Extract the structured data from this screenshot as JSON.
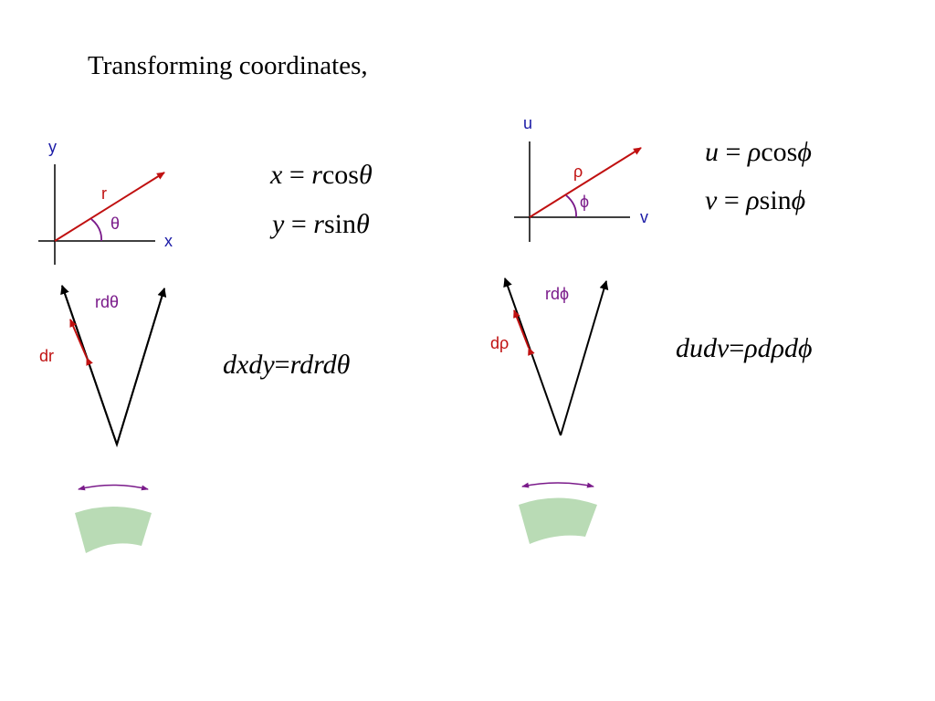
{
  "title": "Transforming coordinates,",
  "left": {
    "axis_y": "y",
    "axis_x": "x",
    "radius": "r",
    "angle": "θ",
    "arc_label": "rdθ",
    "radial_label": "dr",
    "eq1": {
      "lhs": "x",
      "eq": "=",
      "a": "r",
      "fn": "cos",
      "b": "θ"
    },
    "eq2": {
      "lhs": "y",
      "eq": "=",
      "a": "r",
      "fn": "sin",
      "b": "θ"
    },
    "eq3": {
      "lhs": "dxdy",
      "eq": "=",
      "rhs": "rdrdθ"
    }
  },
  "right": {
    "axis_u": "u",
    "axis_v": "v",
    "radius": "ρ",
    "angle": "ϕ",
    "arc_label": "rdϕ",
    "radial_label": "dρ",
    "eq1": {
      "lhs": "u",
      "eq": "=",
      "a": "ρ",
      "fn": "cos",
      "b": "ϕ"
    },
    "eq2": {
      "lhs": "v",
      "eq": "=",
      "a": "ρ",
      "fn": "sin",
      "b": "ϕ"
    },
    "eq3": {
      "lhs": "dudv",
      "eq": "=",
      "rhs": "ρdρdϕ"
    }
  },
  "colors": {
    "axis": "#000000",
    "axis_label": "#1a1aa6",
    "vector": "#c01010",
    "angle": "#7a1a8a",
    "area": "#b9dbb5"
  }
}
